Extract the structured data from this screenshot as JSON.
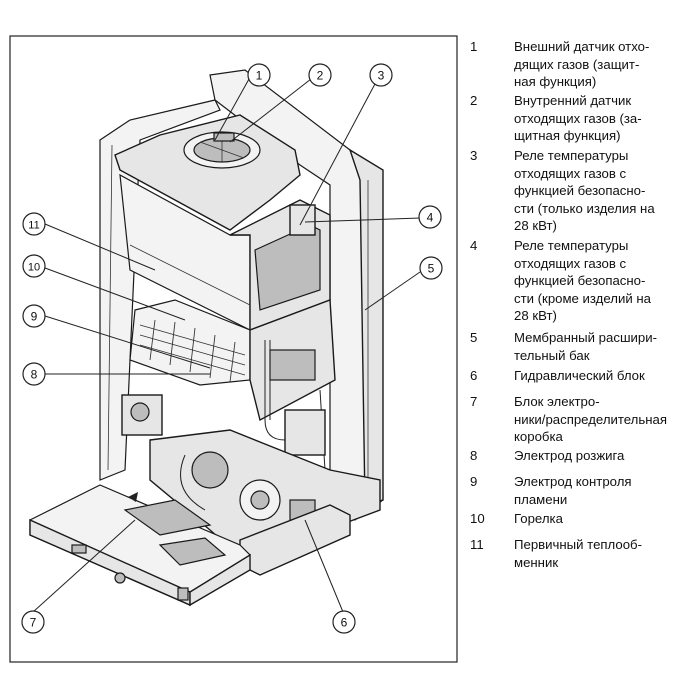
{
  "legend": [
    {
      "num": "1",
      "text": "Внешний датчик отхо-\nдящих газов (защит-\nная функция)"
    },
    {
      "num": "2",
      "text": "Внутренний датчик\nотходящих газов (за-\nщитная функция)"
    },
    {
      "num": "3",
      "text": "Реле температуры\nотходящих газов с\nфункцией безопасно-\nсти (только изделия на\n28 кВт)"
    },
    {
      "num": "4",
      "text": "Реле температуры\nотходящих газов с\nфункцией безопасно-\nсти (кроме изделий на\n28 кВт)"
    },
    {
      "num": "5",
      "text": "Мембранный расшири-\nтельный бак"
    },
    {
      "num": "6",
      "text": "Гидравлический блок"
    },
    {
      "num": "7",
      "text": "Блок электро-\nники/распределительная\nкоробка"
    },
    {
      "num": "8",
      "text": "Электрод розжига"
    },
    {
      "num": "9",
      "text": "Электрод контроля\nпламени"
    },
    {
      "num": "10",
      "text": "Горелка"
    },
    {
      "num": "11",
      "text": "Первичный теплооб-\nменник"
    }
  ],
  "callouts": [
    "1",
    "2",
    "3",
    "4",
    "5",
    "6",
    "7",
    "8",
    "9",
    "10",
    "11"
  ]
}
